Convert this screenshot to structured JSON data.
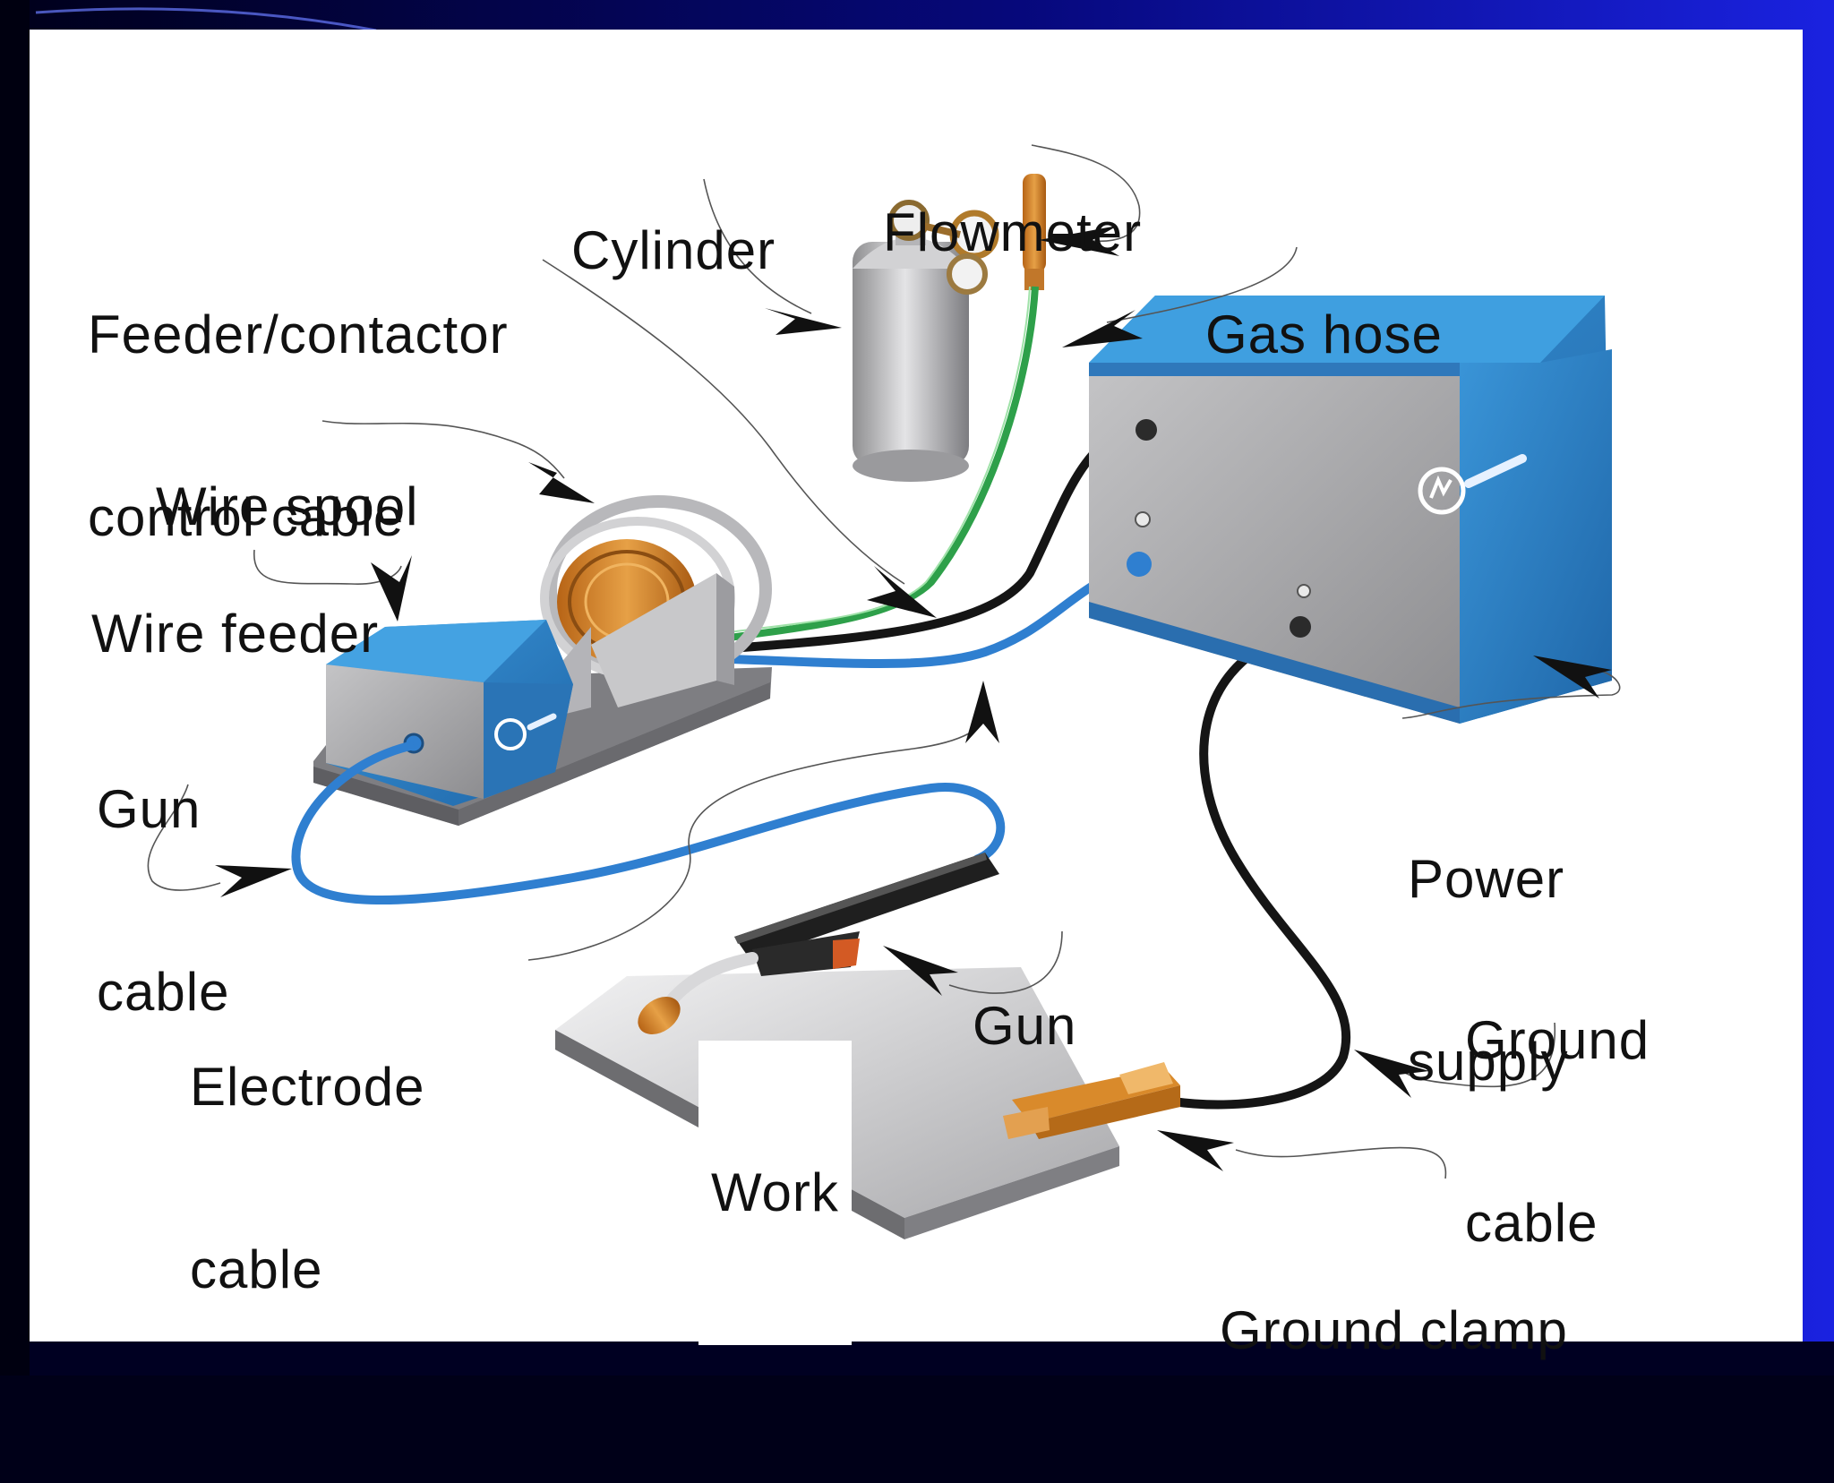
{
  "theme": {
    "frame_dark": "#000018",
    "frame_blue": "#1a22d8",
    "machine_blue": "#2f84c8",
    "machine_blue_dark": "#1d5f99",
    "gray_face": "#a9a9ab",
    "copper": "#d98a2b",
    "gas_hose_green": "#2ea04a",
    "electrode_blue": "#2f7fd0",
    "cable_black": "#151515"
  },
  "labels": {
    "cylinder": "Cylinder",
    "flowmeter": "Flowmeter",
    "feeder_control_line1": "Feeder/contactor",
    "feeder_control_line2": "control cable",
    "gas_hose": "Gas hose",
    "wire_spool": "Wire spool",
    "wire_feeder": "Wire feeder",
    "gun_cable_line1": "Gun",
    "gun_cable_line2": "cable",
    "power_supply_line1": "Power",
    "power_supply_line2": "supply",
    "gun": "Gun",
    "electrode_cable_line1": "Electrode",
    "electrode_cable_line2": "cable",
    "ground_cable_line1": "Ground",
    "ground_cable_line2": "cable",
    "work": "Work",
    "ground_clamp": "Ground clamp"
  }
}
